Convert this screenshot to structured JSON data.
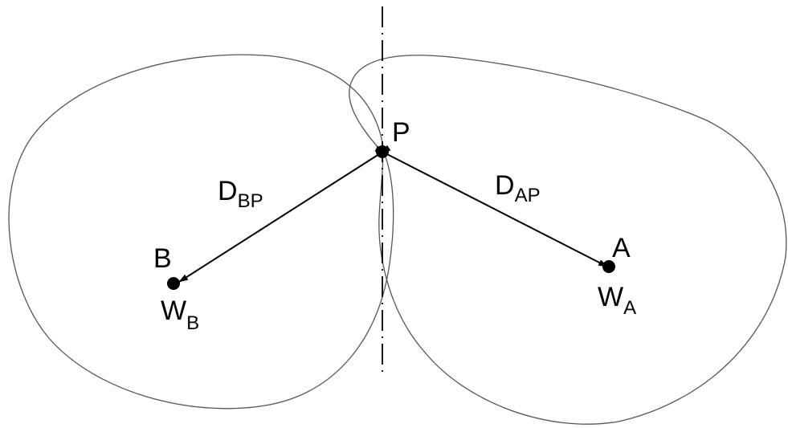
{
  "labels": {
    "point_p": "P",
    "point_a": "A",
    "point_b": "B",
    "dist_bp": {
      "main": "D",
      "sub": "BP"
    },
    "dist_ap": {
      "main": "D",
      "sub": "AP"
    },
    "weight_a": {
      "main": "W",
      "sub": "A"
    },
    "weight_b": {
      "main": "W",
      "sub": "B"
    }
  },
  "colors": {
    "ink": "#000000",
    "region_outline": "#555555",
    "background": "#ffffff"
  }
}
